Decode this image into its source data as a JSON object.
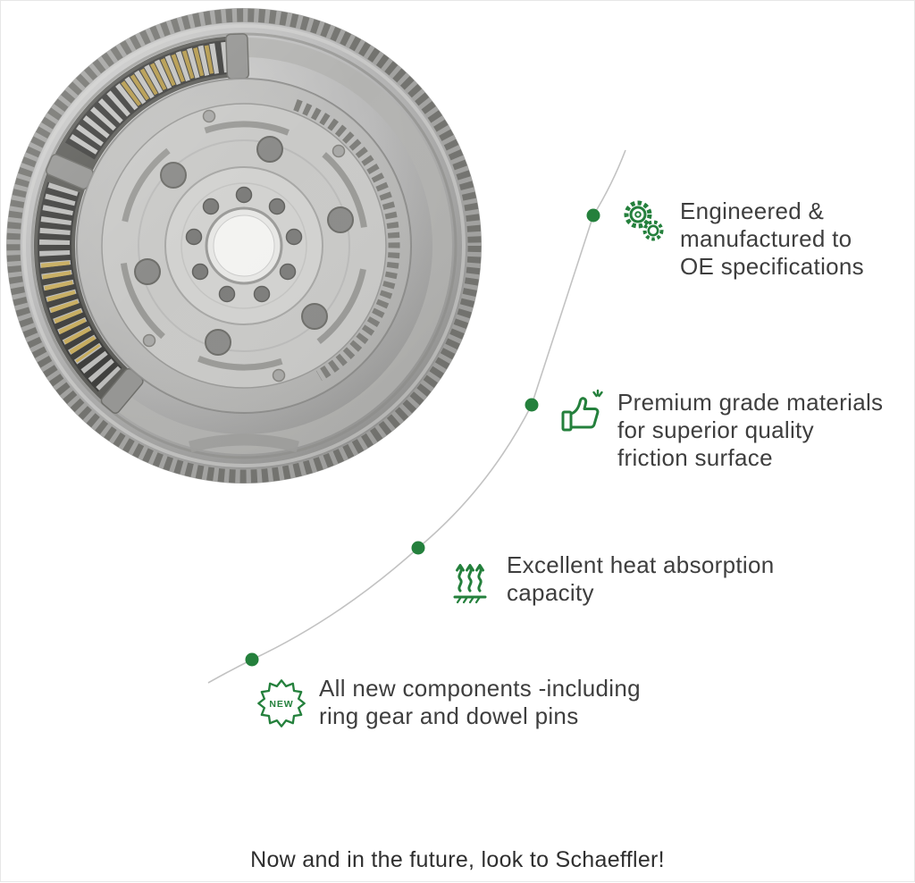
{
  "colors": {
    "accent_green": "#24803c",
    "text_dark": "#3e3e3e",
    "curve_gray": "#c2c2c2",
    "spring_grease_yellow": "#c9a94e"
  },
  "product": {
    "name": "dual-mass-flywheel-photo"
  },
  "features": [
    {
      "icon": "gears-icon",
      "text": "Engineered &\nmanufactured to\nOE specifications"
    },
    {
      "icon": "thumbs-up-icon",
      "text": "Premium grade materials\nfor superior quality\nfriction surface"
    },
    {
      "icon": "heat-waves-icon",
      "text": "Excellent heat absorption\ncapacity"
    },
    {
      "icon": "new-badge-icon",
      "badge_label": "NEW",
      "text": "All new components -including\nring gear and dowel pins"
    }
  ],
  "footer": {
    "text": "Now and in the future, look to Schaeffler!"
  }
}
